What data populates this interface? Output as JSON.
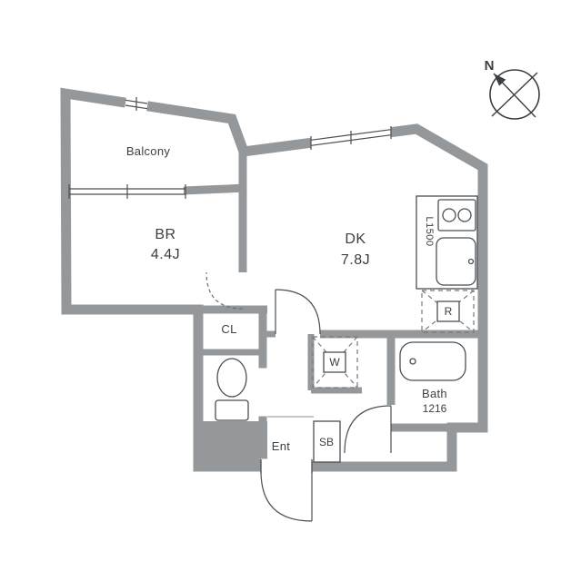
{
  "floorplan": {
    "compass_label": "N",
    "rooms": {
      "balcony": "Balcony",
      "bedroom_name": "BR",
      "bedroom_size": "4.4J",
      "dining_kitchen_name": "DK",
      "dining_kitchen_size": "7.8J",
      "closet": "CL",
      "bath_name": "Bath",
      "bath_size": "1216",
      "entrance": "Ent",
      "shoe_box": "SB",
      "washer": "W",
      "refrigerator": "R",
      "kitchen_counter_length": "L1500"
    },
    "colors": {
      "wall_gray": "#95989b",
      "line_dark": "#4b4f53",
      "background": "#ffffff"
    }
  }
}
